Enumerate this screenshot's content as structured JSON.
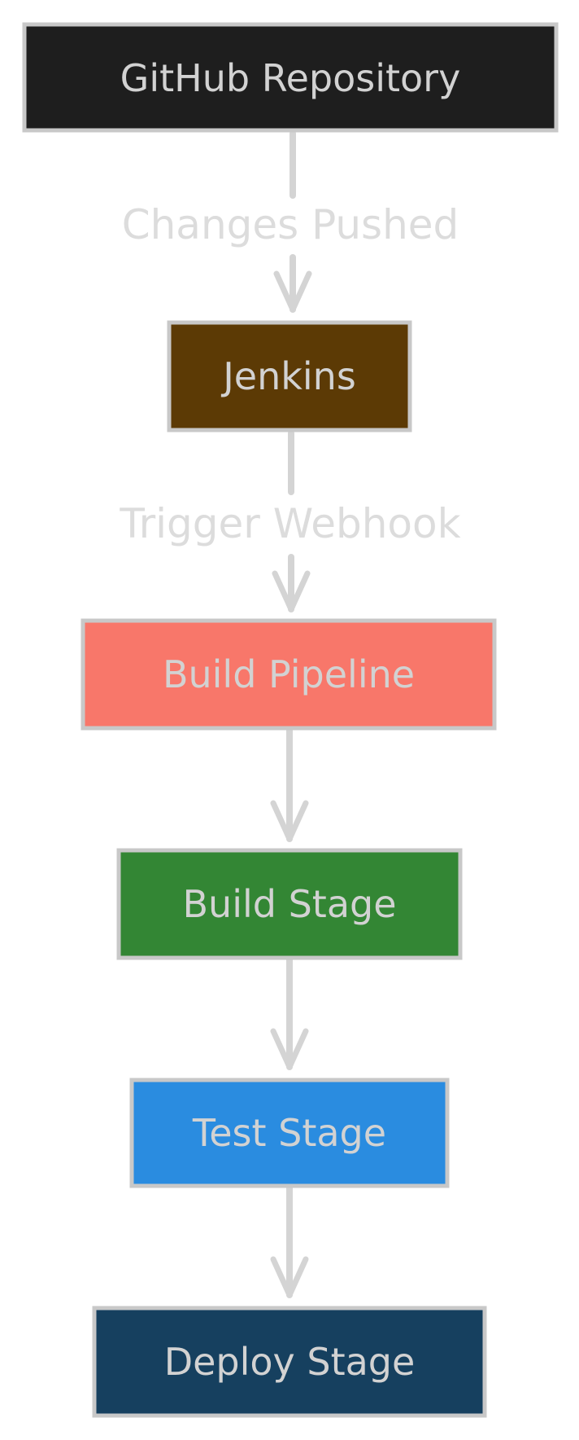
{
  "diagram": {
    "nodes": [
      {
        "id": "github",
        "label": "GitHub Repository",
        "fill": "#1e1e1e"
      },
      {
        "id": "jenkins",
        "label": "Jenkins",
        "fill": "#5c3a05"
      },
      {
        "id": "build-pipeline",
        "label": "Build Pipeline",
        "fill": "#f8776a"
      },
      {
        "id": "build-stage",
        "label": "Build Stage",
        "fill": "#338634"
      },
      {
        "id": "test-stage",
        "label": "Test Stage",
        "fill": "#2a8ce0"
      },
      {
        "id": "deploy-stage",
        "label": "Deploy Stage",
        "fill": "#16405f"
      }
    ],
    "edges": [
      {
        "from": "github",
        "to": "jenkins",
        "label": "Changes Pushed"
      },
      {
        "from": "jenkins",
        "to": "build-pipeline",
        "label": "Trigger Webhook"
      },
      {
        "from": "build-pipeline",
        "to": "build-stage",
        "label": ""
      },
      {
        "from": "build-stage",
        "to": "test-stage",
        "label": ""
      },
      {
        "from": "test-stage",
        "to": "deploy-stage",
        "label": ""
      }
    ]
  }
}
